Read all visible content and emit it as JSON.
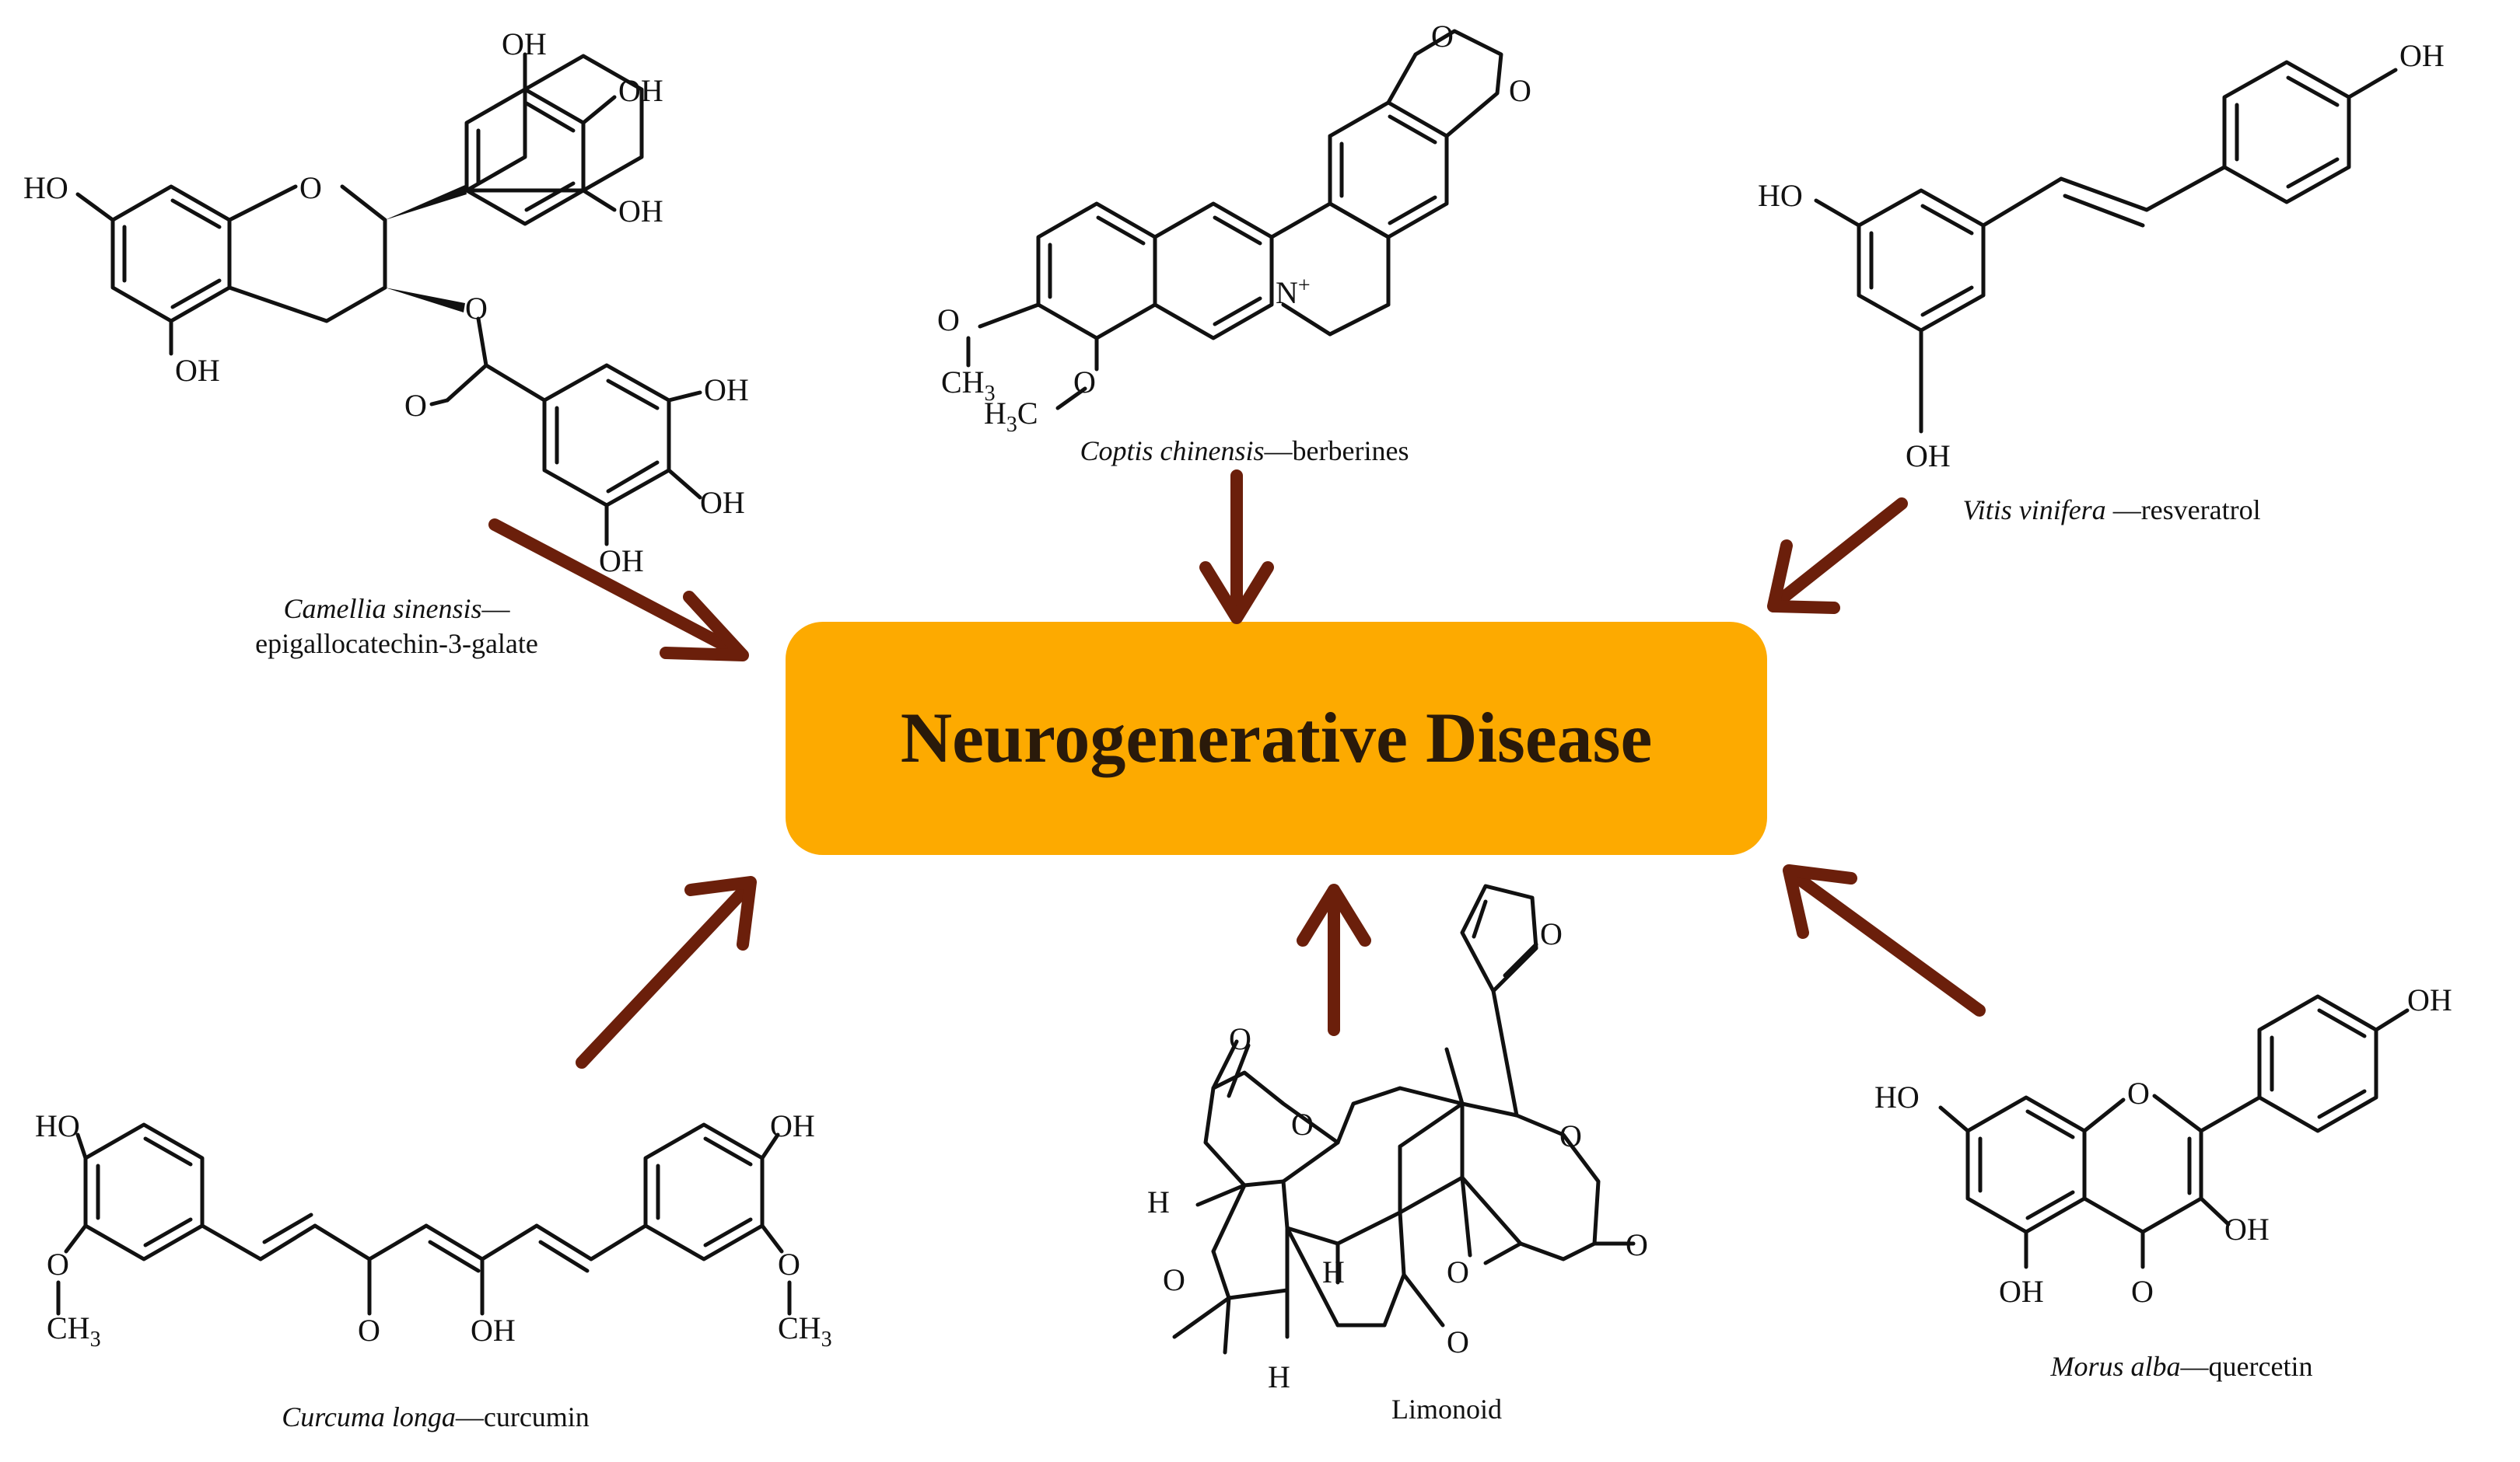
{
  "center": {
    "label": "Neurogenerative Disease",
    "color": "#FDAA00"
  },
  "arrow_color": "#6B1F0B",
  "compounds": [
    {
      "id": "egcg",
      "source": "Camellia sinensis",
      "dash": "—",
      "name": "epigallocatechin-3-galate"
    },
    {
      "id": "berberine",
      "source": "Coptis chinensis",
      "dash": "—",
      "name": "berberines"
    },
    {
      "id": "resveratrol",
      "source": "Vitis vinifera",
      "dash": " —",
      "name": "resveratrol"
    },
    {
      "id": "curcumin",
      "source": "Curcuma longa",
      "dash": "—",
      "name": "curcumin"
    },
    {
      "id": "limonoid",
      "source": "",
      "dash": "",
      "name": "Limonoid"
    },
    {
      "id": "quercetin",
      "source": "Morus alba",
      "dash": "—",
      "name": "quercetin"
    }
  ],
  "atoms": {
    "OH": "OH",
    "HO": "HO",
    "O": "O",
    "N": "N",
    "H": "H",
    "CH3": "CH",
    "H3C": "H",
    "plus": "+",
    "sub3": "3",
    "C": "C"
  }
}
